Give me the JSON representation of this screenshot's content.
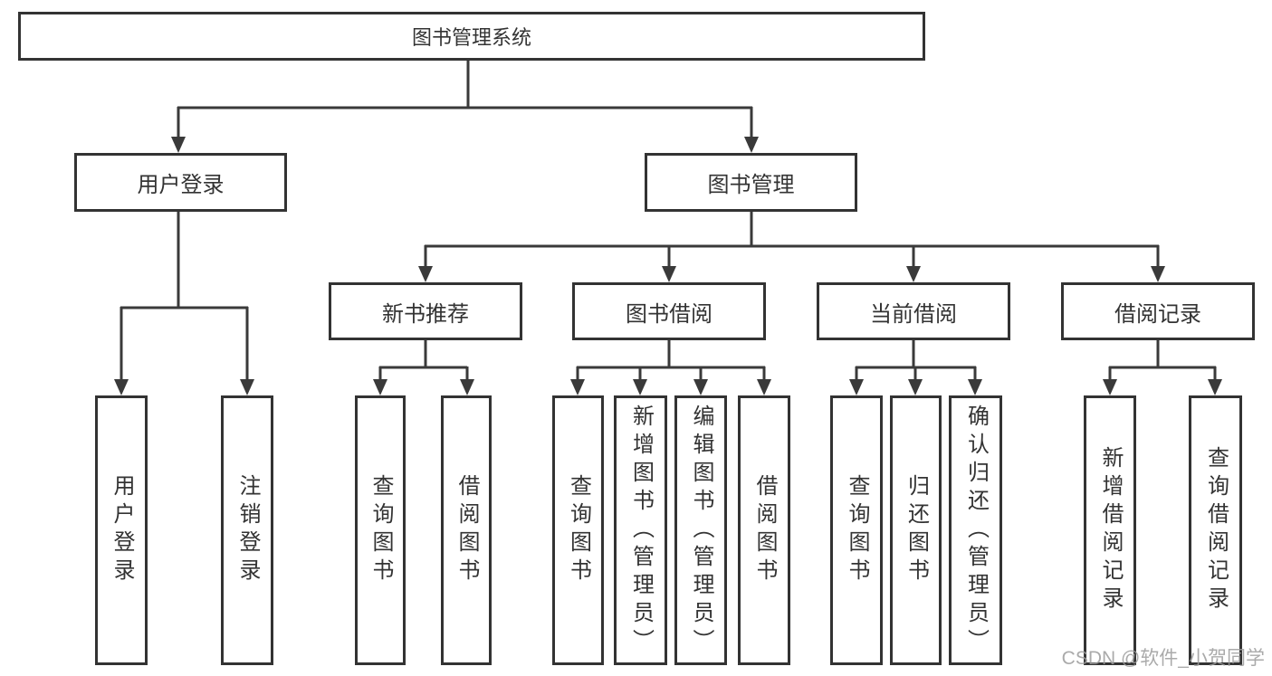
{
  "diagram": {
    "root": {
      "label": "图书管理系统"
    },
    "user": {
      "label": "用户登录",
      "children": [
        {
          "label": "用户登录"
        },
        {
          "label": "注销登录"
        }
      ]
    },
    "books": {
      "label": "图书管理",
      "sections": [
        {
          "label": "新书推荐",
          "children": [
            {
              "label": "查询图书"
            },
            {
              "label": "借阅图书"
            }
          ]
        },
        {
          "label": "图书借阅",
          "children": [
            {
              "label": "查询图书"
            },
            {
              "label": "新增图书（管理员）"
            },
            {
              "label": "编辑图书（管理员）"
            },
            {
              "label": "借阅图书"
            }
          ]
        },
        {
          "label": "当前借阅",
          "children": [
            {
              "label": "查询图书"
            },
            {
              "label": "归还图书"
            },
            {
              "label": "确认归还（管理员）"
            }
          ]
        },
        {
          "label": "借阅记录",
          "children": [
            {
              "label": "新增借阅记录"
            },
            {
              "label": "查询借阅记录"
            }
          ]
        }
      ]
    }
  },
  "watermark": {
    "text": "CSDN @软件_小贺同学"
  },
  "colors": {
    "line": "#3a3a3a",
    "border": "#333333",
    "text": "#333333",
    "background": "#ffffff",
    "watermark": "#9c9c9c"
  }
}
